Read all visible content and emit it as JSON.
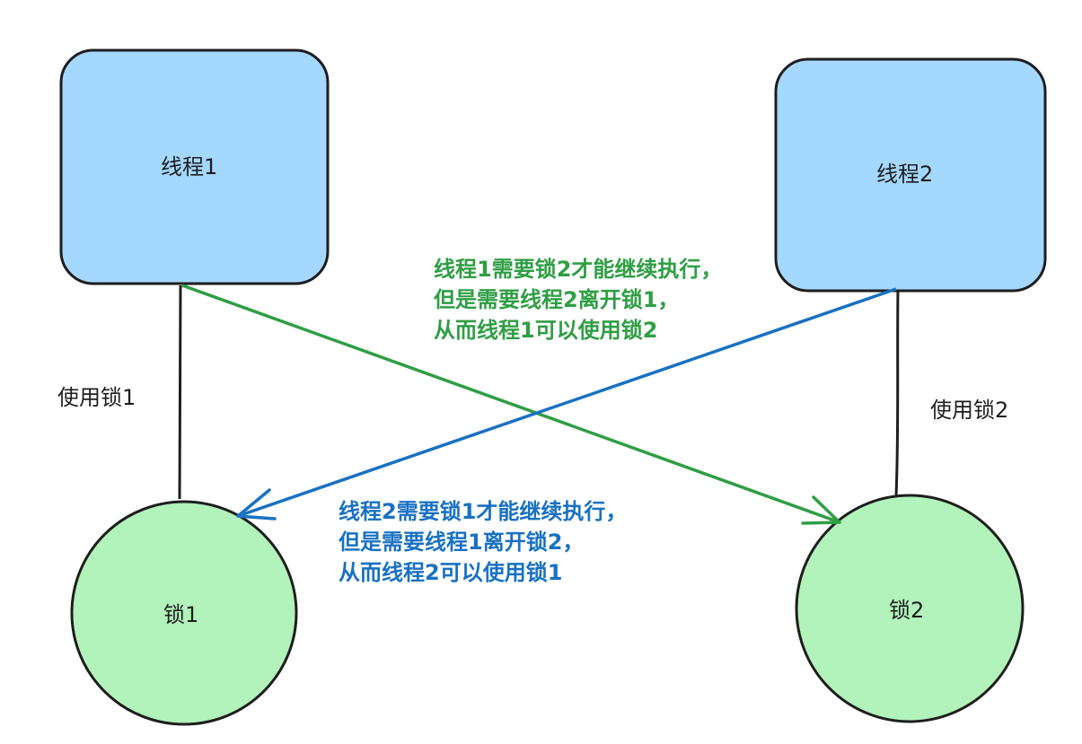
{
  "nodes": {
    "thread1": {
      "label": "线程1",
      "fill": "#a5d8ff"
    },
    "thread2": {
      "label": "线程2",
      "fill": "#a5d8ff"
    },
    "lock1": {
      "label": "锁1",
      "fill": "#b2f2bb"
    },
    "lock2": {
      "label": "锁2",
      "fill": "#b2f2bb"
    }
  },
  "edges": {
    "thread1_uses_lock1": {
      "label": "使用锁1"
    },
    "thread2_uses_lock2": {
      "label": "使用锁2"
    }
  },
  "notes": {
    "green": {
      "color": "#2f9e44",
      "lines": [
        "线程1需要锁2才能继续执行，",
        "但是需要线程2离开锁1，",
        "从而线程1可以使用锁2"
      ]
    },
    "blue": {
      "color": "#1971c2",
      "lines": [
        "线程2需要锁1才能继续执行，",
        "但是需要线程1离开锁2，",
        "从而线程2可以使用锁1"
      ]
    }
  },
  "colors": {
    "stroke": "#1e1e1e",
    "thread_fill": "#a5d8ff",
    "lock_fill": "#b2f2bb",
    "green_arrow": "#2f9e44",
    "blue_arrow": "#1971c2"
  }
}
